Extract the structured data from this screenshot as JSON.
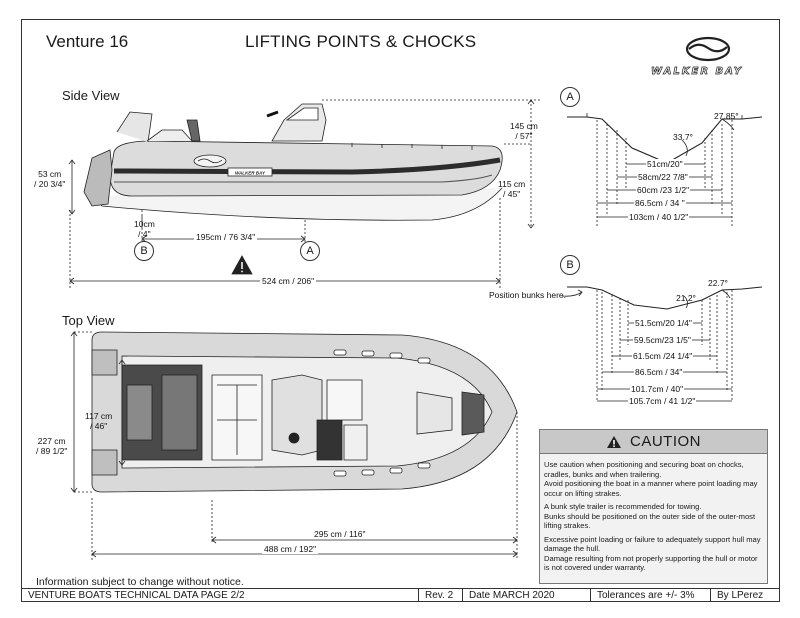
{
  "header": {
    "model": "Venture 16",
    "title": "LIFTING POINTS & CHOCKS",
    "brand": "WALKER BAY"
  },
  "side_view": {
    "label": "Side View",
    "dims": {
      "overall_height": "145 cm\n/ 57\"",
      "hull_height": "115 cm\n/ 45\"",
      "transom_height": "53 cm\n/ 20 3/4\"",
      "chock_offset": "10cm\n/ 4\"",
      "lift_spacing": "195cm / 76 3/4\"",
      "overall_length": "524 cm / 206\""
    },
    "point_a": "A",
    "point_b": "B",
    "boat_name": "WALKER BAY"
  },
  "top_view": {
    "label": "Top View",
    "dims": {
      "inner_width": "117 cm\n/ 46\"",
      "overall_width": "227 cm\n/ 89 1/2\"",
      "bow_length": "295 cm / 116\"",
      "overall_length": "488 cm / 192\""
    }
  },
  "section_a": {
    "marker": "A",
    "angles": [
      "27.85°",
      "33.7°"
    ],
    "widths": [
      "51cm/20\"",
      "58cm/22 7/8\"",
      "60cm /23 1/2\"",
      "86.5cm / 34 \"",
      "103cm / 40 1/2\""
    ]
  },
  "section_b": {
    "marker": "B",
    "note": "Position bunks here.",
    "angles": [
      "22.7°",
      "21.2°"
    ],
    "widths": [
      "51.5cm/20 1/4\"",
      "59.5cm/23 1/5\"",
      "61.5cm /24 1/4\"",
      "86.5cm / 34\"",
      "101.7cm / 40\"",
      "105.7cm / 41 1/2\""
    ]
  },
  "caution": {
    "title": "CAUTION",
    "paragraphs": [
      "Use caution when positioning and securing boat on chocks, cradles, bunks and when trailering.\nAvoid positioning the boat in a manner where point loading may occur on lifting strakes.",
      "A bunk style trailer is recommended for towing.\nBunks should be positioned on the outer side of the outer-most lifting strakes.",
      "Excessive point loading or failure to adequately support hull may damage the hull.\nDamage resulting from not properly supporting the hull or motor is not covered under warranty."
    ]
  },
  "footer": {
    "note": "Information subject to change without notice.",
    "doc": "VENTURE  BOATS TECHNICAL DATA PAGE 2/2",
    "rev": "Rev. 2",
    "date": "Date MARCH 2020",
    "tolerance": "Tolerances are +/- 3%",
    "author": "By LPerez"
  },
  "colors": {
    "tube": "#d9d9d9",
    "tube_dark": "#3a3a3a",
    "line": "#222222",
    "caution_head": "#c8c8c8",
    "caution_body": "#f2f2f2"
  }
}
